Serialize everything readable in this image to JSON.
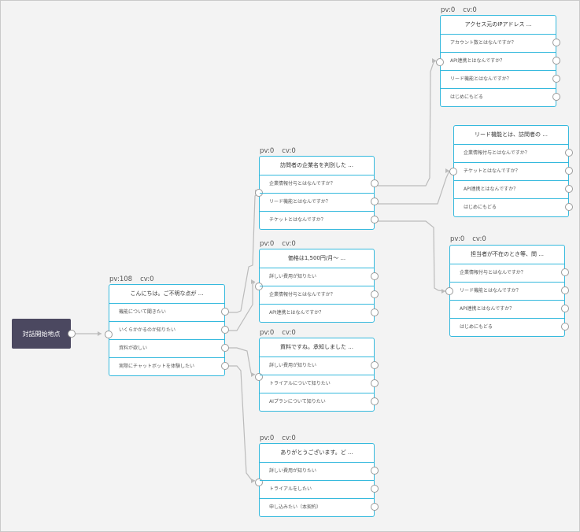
{
  "start": {
    "label": "対話開始地点"
  },
  "nodes": [
    {
      "id": "n1",
      "stats": {
        "pv": "pv:108",
        "cv": "cv:0"
      },
      "title": "こんにちは。ご不明な点が ...",
      "options": [
        "機能について聞きたい",
        "いくらかかるのか知りたい",
        "資料が欲しい",
        "実際にチャットボットを体験したい"
      ]
    },
    {
      "id": "n2",
      "stats": {
        "pv": "pv:0",
        "cv": "cv:0"
      },
      "title": "訪問者の企業名を判別した ...",
      "options": [
        "企業情報付与とはなんですか？",
        "リード機能とはなんですか？",
        "チケットとはなんですか？"
      ]
    },
    {
      "id": "n3",
      "stats": {
        "pv": "pv:0",
        "cv": "cv:0"
      },
      "title": "価格は1,500円/月〜 ...",
      "options": [
        "詳しい費用が知りたい",
        "企業情報付与とはなんですか？",
        "API連携とはなんですか？"
      ]
    },
    {
      "id": "n4",
      "stats": {
        "pv": "pv:0",
        "cv": "cv:0"
      },
      "title": "資料ですね。承知しました ...",
      "options": [
        "詳しい費用が知りたい",
        "トライアルについて知りたい",
        "AIプランについて知りたい"
      ]
    },
    {
      "id": "n5",
      "stats": {
        "pv": "pv:0",
        "cv": "cv:0"
      },
      "title": "ありがとうございます。ど ...",
      "options": [
        "詳しい費用が知りたい",
        "トライアルをしたい",
        "申し込みたい（本契約）"
      ]
    },
    {
      "id": "n6",
      "stats": {
        "pv": "pv:0",
        "cv": "cv:0"
      },
      "title": "アクセス元のIPアドレス ...",
      "options": [
        "アカウント数とはなんですか？",
        "API連携とはなんですか？",
        "リード機能とはなんですか？",
        "はじめにもどる"
      ]
    },
    {
      "id": "n7",
      "stats": {
        "pv": "",
        "cv": ""
      },
      "title": "リード機能とは、訪問者の ...",
      "options": [
        "企業情報付与とはなんですか？",
        "チケットとはなんですか？",
        "API連携とはなんですか？",
        "はじめにもどる"
      ]
    },
    {
      "id": "n8",
      "stats": {
        "pv": "pv:0",
        "cv": "cv:0"
      },
      "title": "担当者が不在のとき等、問 ...",
      "options": [
        "企業情報付与とはなんですか？",
        "リード機能とはなんですか？",
        "API連携とはなんですか？",
        "はじめにもどる"
      ]
    }
  ],
  "colors": {
    "node_border": "#35b9dd",
    "start_bg": "#4b4860",
    "edge": "#bbbbbb"
  }
}
